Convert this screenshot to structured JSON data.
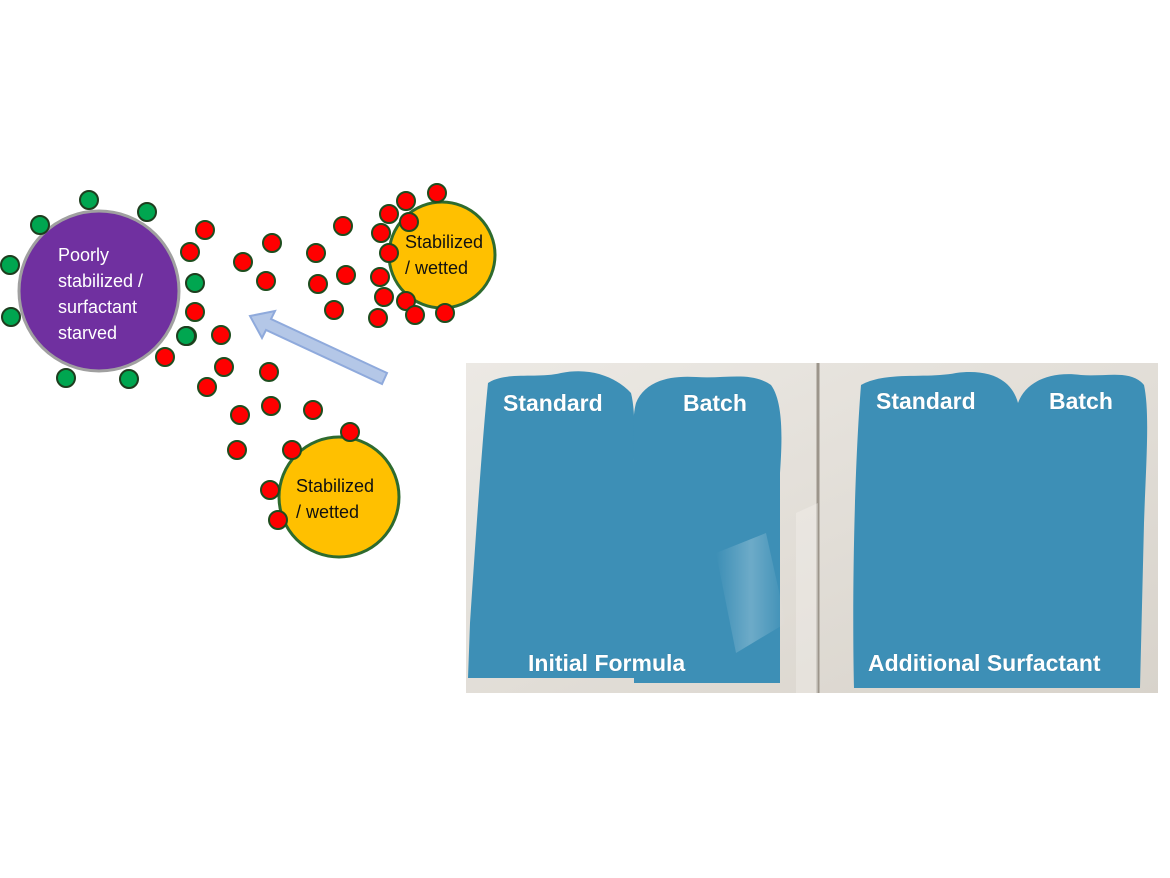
{
  "diagram": {
    "poor_particle_label": [
      "Poorly",
      "stabilized /",
      "surfactant",
      "starved"
    ],
    "stabilized_label_1": [
      "Stabilized",
      "/ wetted"
    ],
    "stabilized_label_2": [
      "Stabilized",
      "/ wetted"
    ],
    "colors": {
      "poor_particle": "#7030a0",
      "stabilized_particle": "#ffc000",
      "red_molecule": "#ff0000",
      "green_molecule": "#00a650",
      "arrow_fill": "#b4c7e7",
      "arrow_stroke": "#8faadc"
    }
  },
  "photo": {
    "left_panel": {
      "standard_label": "Standard",
      "batch_label": "Batch",
      "caption": "Initial Formula"
    },
    "right_panel": {
      "standard_label": "Standard",
      "batch_label": "Batch",
      "caption": "Additional Surfactant"
    },
    "colors": {
      "paint": "#3d8fb6",
      "card": "#e6e2dc"
    }
  }
}
